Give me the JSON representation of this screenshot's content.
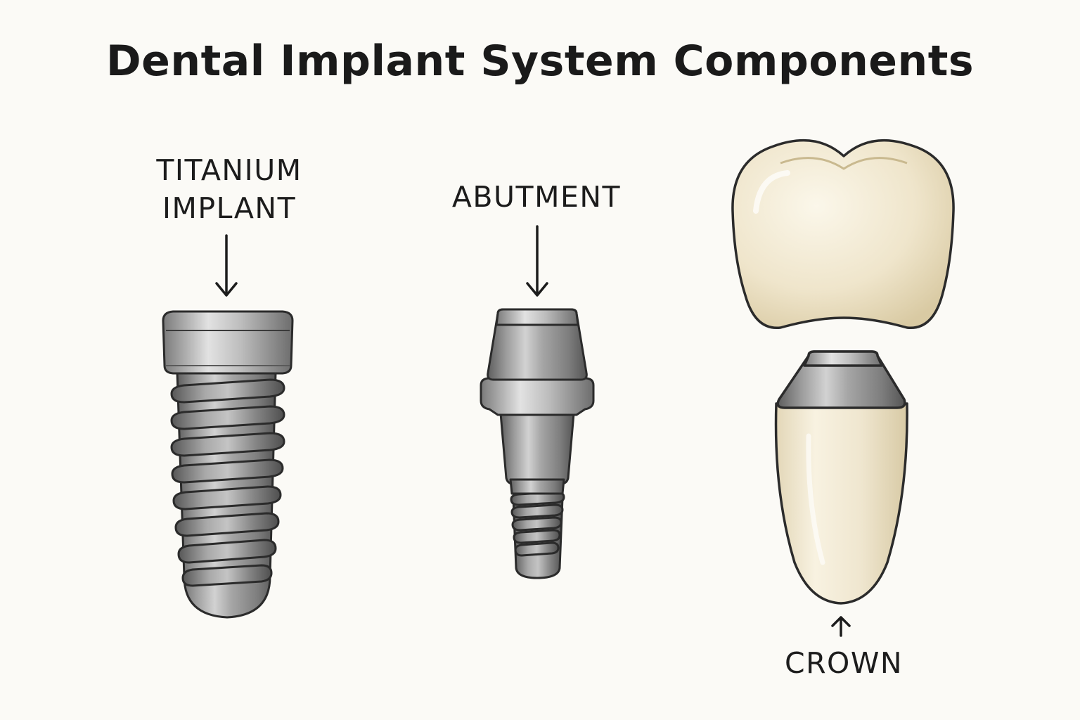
{
  "title": "Dental Implant System Components",
  "labels": {
    "implant": [
      "TITANIUM",
      "IMPLANT"
    ],
    "abutment": "ABUTMENT",
    "crown": "CROWN"
  },
  "colors": {
    "background": "#fbfaf6",
    "titanium": "#8e8e8e",
    "titanium_light": "#d9d9d9",
    "titanium_dark": "#4a4a4a",
    "porcelain": "#eee5cf",
    "porcelain_light": "#faf5e8",
    "outline": "#2b2b2b"
  }
}
